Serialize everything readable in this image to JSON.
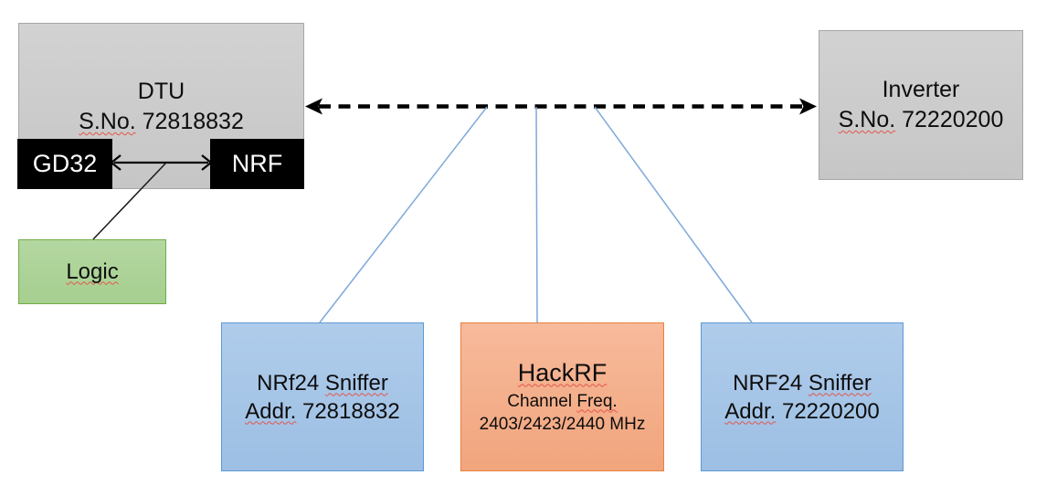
{
  "diagram": {
    "kind": "rf-sniffing-architecture",
    "colors": {
      "background": "#ffffff",
      "gray_fill": "#cbcbcb",
      "gray_border": "#a6a6a6",
      "chip_fill": "#000000",
      "chip_text": "#ffffff",
      "green_fill": "#acd398",
      "green_border": "#70ad47",
      "blue_fill": "#a6c6e7",
      "blue_border": "#5b9bd5",
      "orange_fill": "#f4b08c",
      "orange_border": "#e8813d",
      "connector_blue": "#7fa8da",
      "arrow_black": "#000000",
      "squiggle_red": "#e4564a"
    },
    "nodes": {
      "dtu": {
        "title": "DTU",
        "serial_prefix": "S.No.",
        "serial": "72818832"
      },
      "gd32": {
        "label": "GD32"
      },
      "nrf": {
        "label": "NRF"
      },
      "logic": {
        "label": "Logic"
      },
      "inverter": {
        "title": "Inverter",
        "serial_prefix": "S.No.",
        "serial": "72220200"
      },
      "sniffer_left": {
        "name": "NRf24",
        "name_suffix": "Sniffer",
        "addr_prefix": "Addr.",
        "addr": "72818832"
      },
      "hackrf": {
        "title": "HackRF",
        "channel_word": "Channel",
        "freq_word": "Freq.",
        "frequencies": "2403/2423/2440 MHz"
      },
      "sniffer_right": {
        "name": "NRF24",
        "name_suffix": "Sniffer",
        "addr_prefix": "Addr.",
        "addr": "72220200"
      }
    },
    "edges": {
      "dtu_inverter": "dashed double arrow",
      "gd32_nrf": "double arrow",
      "arrow_logic": "thin line",
      "taps": "three blue lines from dashed link to sniffer boxes"
    }
  }
}
